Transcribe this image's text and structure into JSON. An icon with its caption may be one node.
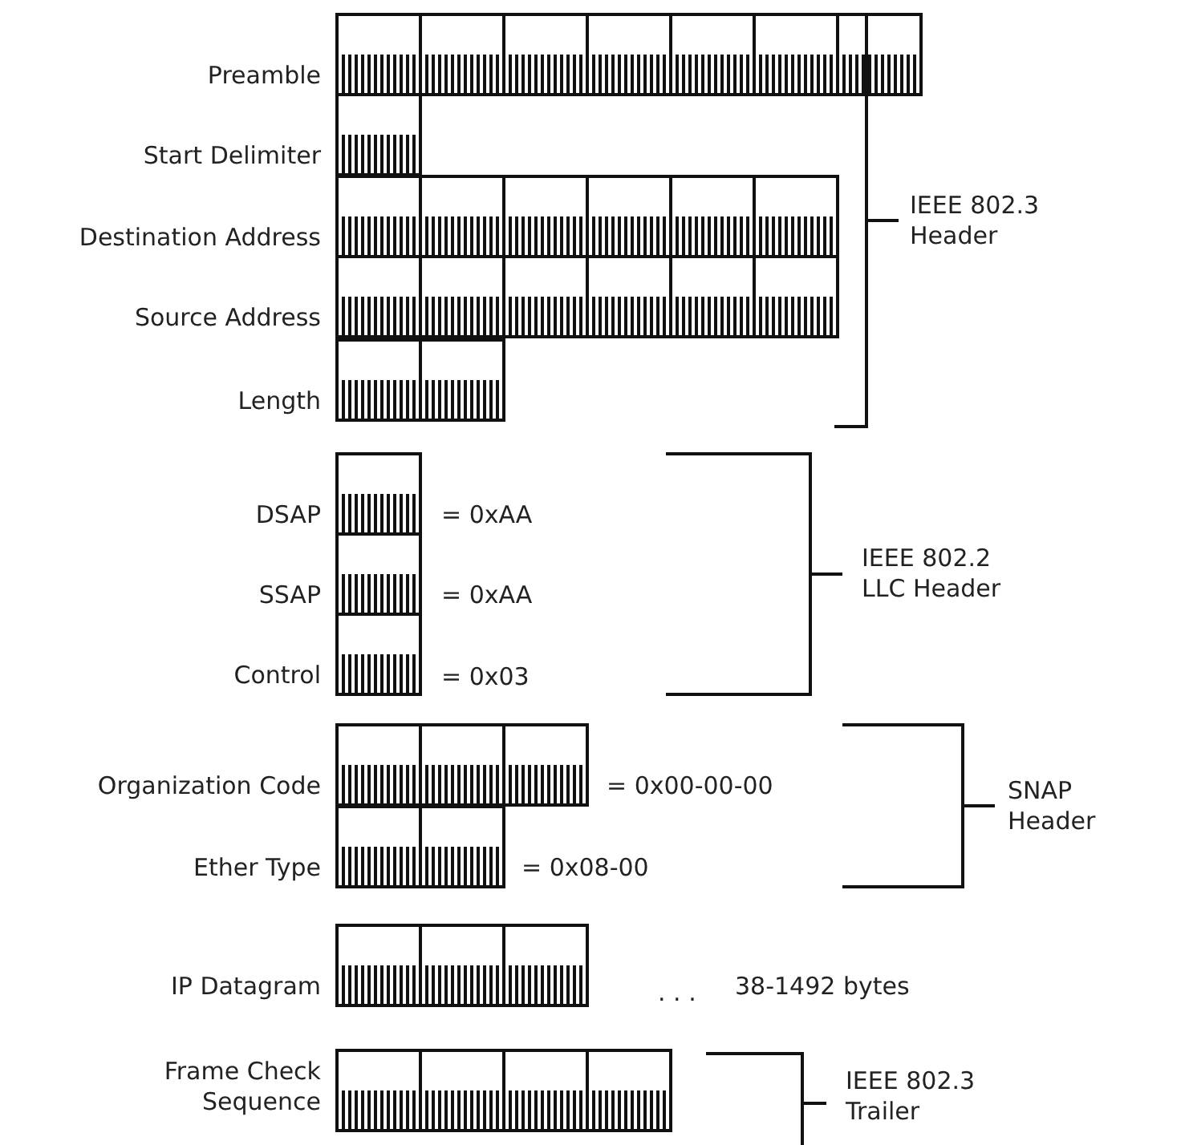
{
  "diagram": {
    "labels": [
      "Preamble",
      "Start Delimiter",
      "Destination Address",
      "Source Address",
      "Length",
      "IEEE 802.3 Header",
      "DSAP",
      "= 0xAA",
      "IEEE 802.2 LLC Header",
      "SSAP",
      "= 0xAA",
      "Control",
      "= 0x03",
      "Organization Code",
      "= 0x00-00-00",
      "SNAP Header",
      "Ether Type",
      "= 0x08-00",
      "IP Datagram",
      ". . .",
      "38-1492 bytes",
      "Frame Check Sequence",
      "IEEE 802.3 Trailer"
    ]
  }
}
